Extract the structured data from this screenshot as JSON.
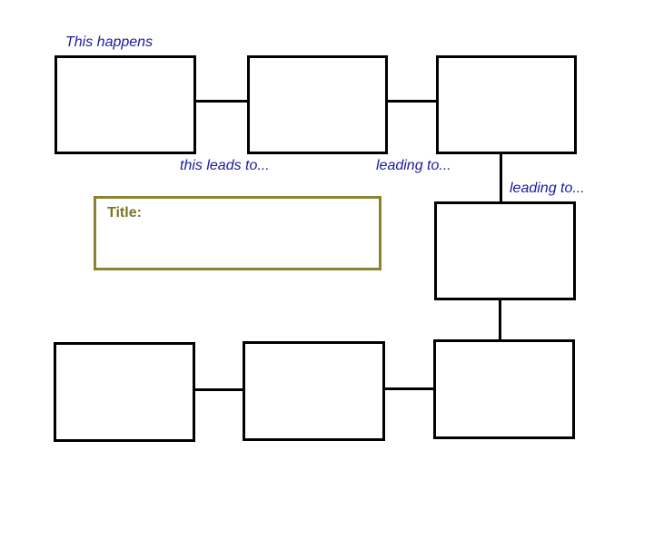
{
  "captions": {
    "start": "This happens",
    "step1": "this leads to...",
    "step2": "leading to...",
    "step3": "leading to..."
  },
  "title_box": {
    "label": "Title:",
    "value": ""
  },
  "colors": {
    "caption": "#1a1a9c",
    "title_border": "#8a8430",
    "title_text": "#7a7424",
    "box_border": "#000000"
  }
}
